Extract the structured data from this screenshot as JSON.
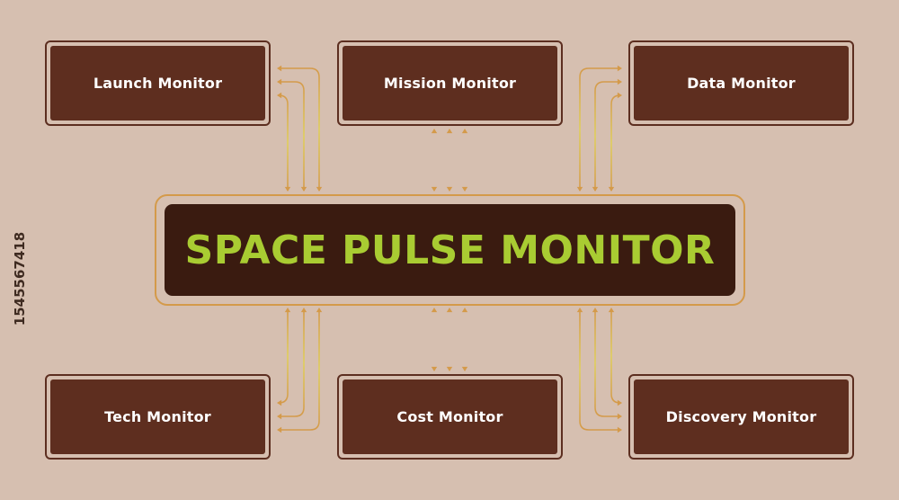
{
  "diagram": {
    "hub": {
      "title": "SPACE PULSE MONITOR"
    },
    "nodes": [
      {
        "id": "launch",
        "label": "Launch Monitor"
      },
      {
        "id": "mission",
        "label": "Mission Monitor"
      },
      {
        "id": "data",
        "label": "Data Monitor"
      },
      {
        "id": "tech",
        "label": "Tech Monitor"
      },
      {
        "id": "cost",
        "label": "Cost Monitor"
      },
      {
        "id": "discovery",
        "label": "Discovery Monitor"
      }
    ]
  },
  "stock_id": "1545567418",
  "colors": {
    "background": "#d6bfb0",
    "box_fill": "#5e2e1f",
    "hub_fill": "#3a1b10",
    "hub_text": "#a9cc32",
    "connector_gold": "#d49a4a",
    "connector_yellow": "#e0cf5a"
  }
}
